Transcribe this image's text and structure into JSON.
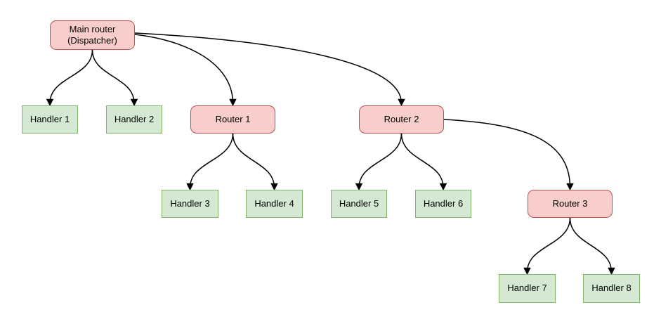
{
  "diagram": {
    "type": "flowchart-tree",
    "background": "#ffffff",
    "colors": {
      "router_fill": "#f8cecc",
      "router_border": "#b85450",
      "handler_fill": "#d5e8d4",
      "handler_border": "#82b366",
      "edge": "#000000",
      "text": "#000000"
    },
    "nodes": {
      "main": {
        "label": "Main router",
        "sublabel": "(Dispatcher)",
        "type": "router"
      },
      "handler1": {
        "label": "Handler 1",
        "type": "handler"
      },
      "handler2": {
        "label": "Handler 2",
        "type": "handler"
      },
      "router1": {
        "label": "Router 1",
        "type": "router"
      },
      "router2": {
        "label": "Router 2",
        "type": "router"
      },
      "handler3": {
        "label": "Handler 3",
        "type": "handler"
      },
      "handler4": {
        "label": "Handler 4",
        "type": "handler"
      },
      "handler5": {
        "label": "Handler 5",
        "type": "handler"
      },
      "handler6": {
        "label": "Handler 6",
        "type": "handler"
      },
      "router3": {
        "label": "Router 3",
        "type": "router"
      },
      "handler7": {
        "label": "Handler 7",
        "type": "handler"
      },
      "handler8": {
        "label": "Handler 8",
        "type": "handler"
      }
    },
    "edges": [
      {
        "from": "main",
        "to": "handler1"
      },
      {
        "from": "main",
        "to": "handler2"
      },
      {
        "from": "main",
        "to": "router1"
      },
      {
        "from": "main",
        "to": "router2"
      },
      {
        "from": "router1",
        "to": "handler3"
      },
      {
        "from": "router1",
        "to": "handler4"
      },
      {
        "from": "router2",
        "to": "handler5"
      },
      {
        "from": "router2",
        "to": "handler6"
      },
      {
        "from": "router2",
        "to": "router3"
      },
      {
        "from": "router3",
        "to": "handler7"
      },
      {
        "from": "router3",
        "to": "handler8"
      }
    ]
  }
}
